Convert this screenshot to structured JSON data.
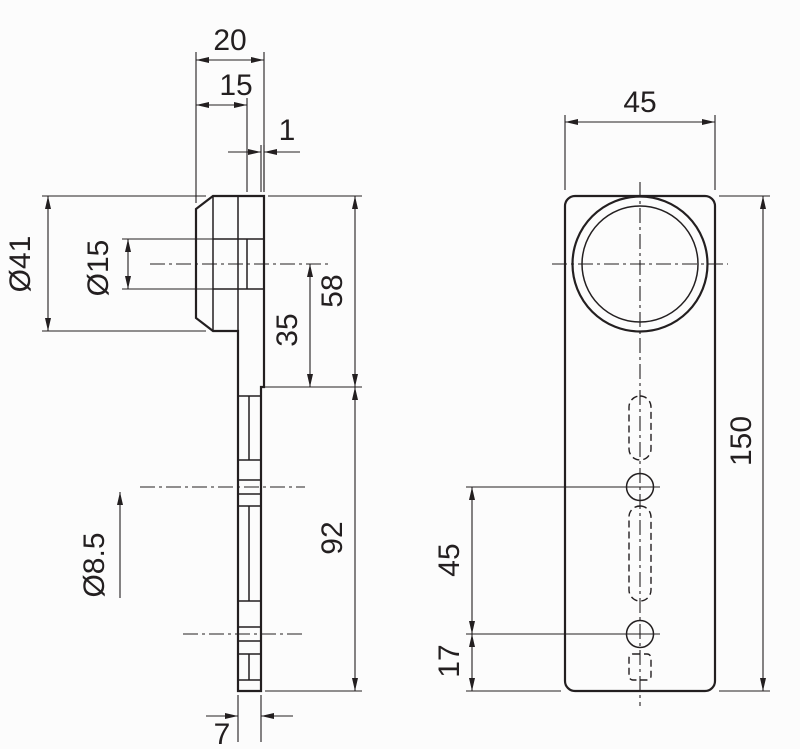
{
  "colors": {
    "background": "#fcfcfc",
    "line": "#231f20"
  },
  "side_view": {
    "head_depth": "20",
    "barrel_length": "15",
    "front_offset": "1",
    "barrel_diameter": "Ø41",
    "bore_diameter": "Ø15",
    "upper_length": "58",
    "center_to_step": "35",
    "lower_length": "92",
    "hole_diameter": "Ø8.5",
    "plate_thickness": "7"
  },
  "front_view": {
    "plate_width": "45",
    "plate_height": "150",
    "hole_spacing": "45",
    "bottom_hole_offset": "17"
  }
}
